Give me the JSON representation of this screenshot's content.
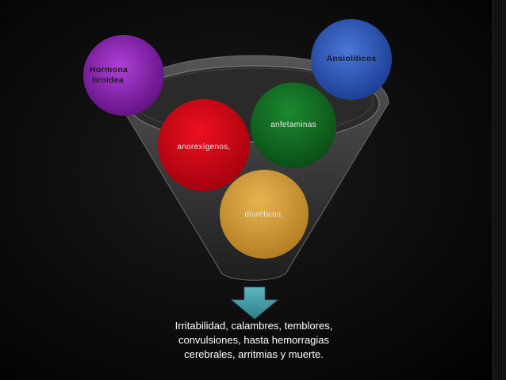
{
  "circles": {
    "hormona": {
      "lines": [
        "Hormona",
        "tiroidea"
      ],
      "color": "#7a1a9e"
    },
    "ansioliticos": {
      "label": "Ansiolíticos",
      "color": "#2a4fb0"
    },
    "anfetaminas": {
      "label": "anfetaminas",
      "color": "#0f6f22"
    },
    "anorexigenos": {
      "label": "anorexígenos,",
      "color": "#d00010"
    },
    "diureticos": {
      "label": "diuréticos,",
      "color": "#d9a23a"
    }
  },
  "arrow": {
    "color": "#4a9ea8"
  },
  "result": {
    "lines": [
      "Irritabilidad, calambres, temblores,",
      "convulsiones, hasta hemorragias",
      "cerebrales, arritmias y muerte."
    ]
  }
}
